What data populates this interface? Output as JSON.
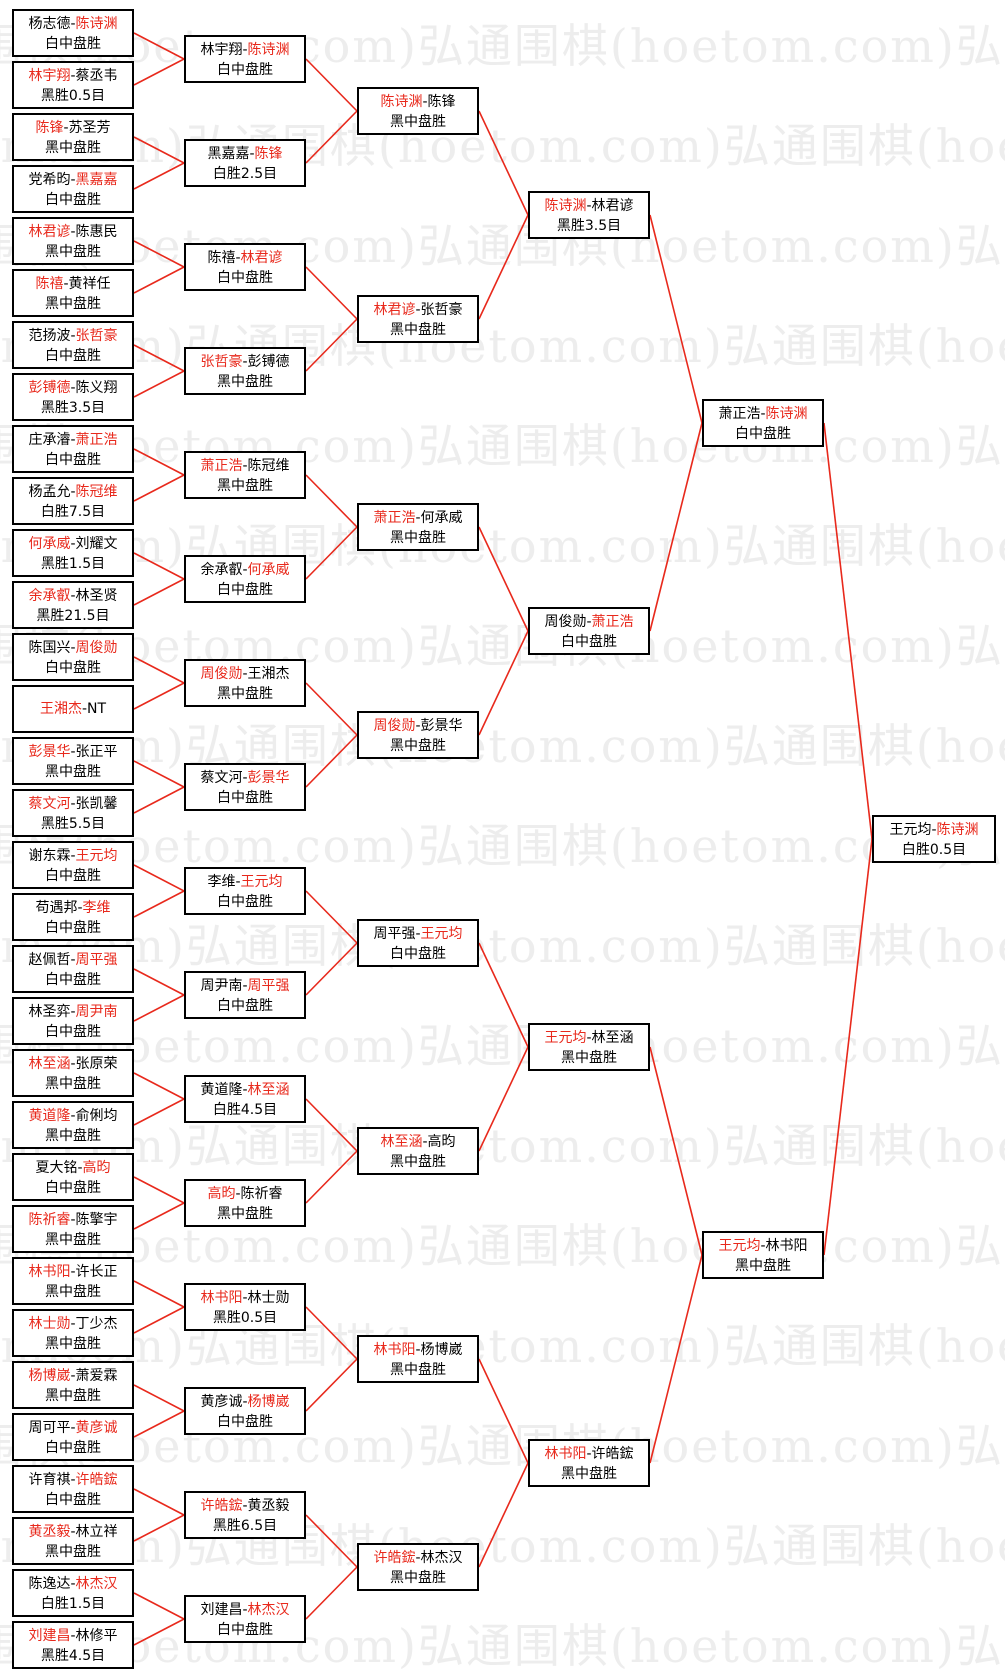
{
  "watermark": {
    "lines": [
      "弘通围棋(hoetom.com)弘通围棋(hoetom.com)弘通围棋(hoetom.com)",
      "(hoetom.com)弘通围棋(hoetom.com)弘通围棋(hoetom.com)弘通围棋"
    ]
  },
  "colors": {
    "winner": "#e8291c",
    "line": "#e8291c",
    "border": "#000000",
    "watermark": "#ededed"
  },
  "rounds": [
    [
      {
        "p1": "杨志德",
        "p2": "陈诗渊",
        "winner": 2,
        "result": "白中盘胜"
      },
      {
        "p1": "林宇翔",
        "p2": "蔡丞韦",
        "winner": 1,
        "result": "黑胜0.5目"
      },
      {
        "p1": "陈锋",
        "p2": "苏圣芳",
        "winner": 1,
        "result": "黑中盘胜"
      },
      {
        "p1": "党希昀",
        "p2": "黑嘉嘉",
        "winner": 2,
        "result": "白中盘胜"
      },
      {
        "p1": "林君谚",
        "p2": "陈惠民",
        "winner": 1,
        "result": "黑中盘胜"
      },
      {
        "p1": "陈禧",
        "p2": "黄祥任",
        "winner": 1,
        "result": "黑中盘胜"
      },
      {
        "p1": "范扬波",
        "p2": "张哲豪",
        "winner": 2,
        "result": "白中盘胜"
      },
      {
        "p1": "彭镈德",
        "p2": "陈义翔",
        "winner": 1,
        "result": "黑胜3.5目"
      },
      {
        "p1": "庄承濬",
        "p2": "萧正浩",
        "winner": 2,
        "result": "白中盘胜"
      },
      {
        "p1": "杨孟允",
        "p2": "陈冠维",
        "winner": 2,
        "result": "白胜7.5目"
      },
      {
        "p1": "何承威",
        "p2": "刘耀文",
        "winner": 1,
        "result": "黑胜1.5目"
      },
      {
        "p1": "余承叡",
        "p2": "林圣贤",
        "winner": 1,
        "result": "黑胜21.5目"
      },
      {
        "p1": "陈国兴",
        "p2": "周俊勋",
        "winner": 2,
        "result": "白中盘胜"
      },
      {
        "p1": "王湘杰",
        "p2": "NT",
        "winner": 1,
        "result": ""
      },
      {
        "p1": "彭景华",
        "p2": "张正平",
        "winner": 1,
        "result": "黑中盘胜"
      },
      {
        "p1": "蔡文河",
        "p2": "张凯馨",
        "winner": 1,
        "result": "黑胜5.5目"
      },
      {
        "p1": "谢东霖",
        "p2": "王元均",
        "winner": 2,
        "result": "白中盘胜"
      },
      {
        "p1": "苟遇邦",
        "p2": "李维",
        "winner": 2,
        "result": "白中盘胜"
      },
      {
        "p1": "赵佩哲",
        "p2": "周平强",
        "winner": 2,
        "result": "白中盘胜"
      },
      {
        "p1": "林圣弈",
        "p2": "周尹南",
        "winner": 2,
        "result": "白中盘胜"
      },
      {
        "p1": "林至涵",
        "p2": "张原荣",
        "winner": 1,
        "result": "黑中盘胜"
      },
      {
        "p1": "黄道隆",
        "p2": "俞俐均",
        "winner": 1,
        "result": "黑中盘胜"
      },
      {
        "p1": "夏大铭",
        "p2": "高昀",
        "winner": 2,
        "result": "白中盘胜"
      },
      {
        "p1": "陈祈睿",
        "p2": "陈擎宇",
        "winner": 1,
        "result": "黑中盘胜"
      },
      {
        "p1": "林书阳",
        "p2": "许长正",
        "winner": 1,
        "result": "黑中盘胜"
      },
      {
        "p1": "林士勋",
        "p2": "丁少杰",
        "winner": 1,
        "result": "黑中盘胜"
      },
      {
        "p1": "杨博崴",
        "p2": "萧爱霖",
        "winner": 1,
        "result": "黑中盘胜"
      },
      {
        "p1": "周可平",
        "p2": "黄彦诚",
        "winner": 2,
        "result": "白中盘胜"
      },
      {
        "p1": "许育祺",
        "p2": "许皓鋐",
        "winner": 2,
        "result": "白中盘胜"
      },
      {
        "p1": "黄丞毅",
        "p2": "林立祥",
        "winner": 1,
        "result": "黑中盘胜"
      },
      {
        "p1": "陈逸达",
        "p2": "林杰汉",
        "winner": 2,
        "result": "白胜1.5目"
      },
      {
        "p1": "刘建昌",
        "p2": "林修平",
        "winner": 1,
        "result": "黑胜4.5目"
      }
    ],
    [
      {
        "p1": "林宇翔",
        "p2": "陈诗渊",
        "winner": 2,
        "result": "白中盘胜"
      },
      {
        "p1": "黑嘉嘉",
        "p2": "陈锋",
        "winner": 2,
        "result": "白胜2.5目"
      },
      {
        "p1": "陈禧",
        "p2": "林君谚",
        "winner": 2,
        "result": "白中盘胜"
      },
      {
        "p1": "张哲豪",
        "p2": "彭镈德",
        "winner": 1,
        "result": "黑中盘胜"
      },
      {
        "p1": "萧正浩",
        "p2": "陈冠维",
        "winner": 1,
        "result": "黑中盘胜"
      },
      {
        "p1": "余承叡",
        "p2": "何承威",
        "winner": 2,
        "result": "白中盘胜"
      },
      {
        "p1": "周俊勋",
        "p2": "王湘杰",
        "winner": 1,
        "result": "黑中盘胜"
      },
      {
        "p1": "蔡文河",
        "p2": "彭景华",
        "winner": 2,
        "result": "白中盘胜"
      },
      {
        "p1": "李维",
        "p2": "王元均",
        "winner": 2,
        "result": "白中盘胜"
      },
      {
        "p1": "周尹南",
        "p2": "周平强",
        "winner": 2,
        "result": "白中盘胜"
      },
      {
        "p1": "黄道隆",
        "p2": "林至涵",
        "winner": 2,
        "result": "白胜4.5目"
      },
      {
        "p1": "高昀",
        "p2": "陈祈睿",
        "winner": 1,
        "result": "黑中盘胜"
      },
      {
        "p1": "林书阳",
        "p2": "林士勋",
        "winner": 1,
        "result": "黑胜0.5目"
      },
      {
        "p1": "黄彦诚",
        "p2": "杨博崴",
        "winner": 2,
        "result": "白中盘胜"
      },
      {
        "p1": "许皓鋐",
        "p2": "黄丞毅",
        "winner": 1,
        "result": "黑胜6.5目"
      },
      {
        "p1": "刘建昌",
        "p2": "林杰汉",
        "winner": 2,
        "result": "白中盘胜"
      }
    ],
    [
      {
        "p1": "陈诗渊",
        "p2": "陈锋",
        "winner": 1,
        "result": "黑中盘胜"
      },
      {
        "p1": "林君谚",
        "p2": "张哲豪",
        "winner": 1,
        "result": "黑中盘胜"
      },
      {
        "p1": "萧正浩",
        "p2": "何承威",
        "winner": 1,
        "result": "黑中盘胜"
      },
      {
        "p1": "周俊勋",
        "p2": "彭景华",
        "winner": 1,
        "result": "黑中盘胜"
      },
      {
        "p1": "周平强",
        "p2": "王元均",
        "winner": 2,
        "result": "白中盘胜"
      },
      {
        "p1": "林至涵",
        "p2": "高昀",
        "winner": 1,
        "result": "黑中盘胜"
      },
      {
        "p1": "林书阳",
        "p2": "杨博崴",
        "winner": 1,
        "result": "黑中盘胜"
      },
      {
        "p1": "许皓鋐",
        "p2": "林杰汉",
        "winner": 1,
        "result": "黑中盘胜"
      }
    ],
    [
      {
        "p1": "陈诗渊",
        "p2": "林君谚",
        "winner": 1,
        "result": "黑胜3.5目"
      },
      {
        "p1": "周俊勋",
        "p2": "萧正浩",
        "winner": 2,
        "result": "白中盘胜"
      },
      {
        "p1": "王元均",
        "p2": "林至涵",
        "winner": 1,
        "result": "黑中盘胜"
      },
      {
        "p1": "林书阳",
        "p2": "许皓鋐",
        "winner": 1,
        "result": "黑中盘胜"
      }
    ],
    [
      {
        "p1": "萧正浩",
        "p2": "陈诗渊",
        "winner": 2,
        "result": "白中盘胜"
      },
      {
        "p1": "王元均",
        "p2": "林书阳",
        "winner": 1,
        "result": "黑中盘胜"
      }
    ],
    [
      {
        "p1": "王元均",
        "p2": "陈诗渊",
        "winner": 2,
        "result": "白胜0.5目"
      }
    ]
  ]
}
